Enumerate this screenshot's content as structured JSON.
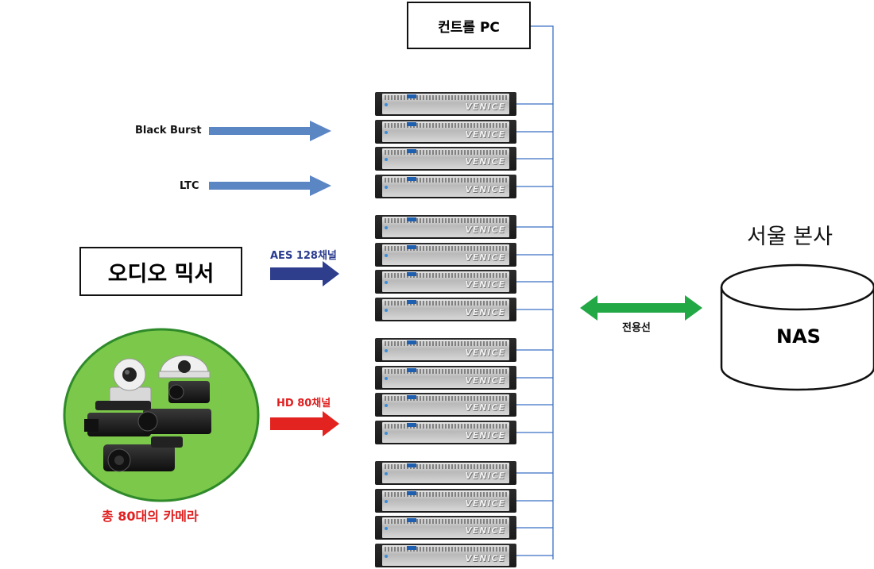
{
  "control_pc": {
    "label": "컨트롤 PC"
  },
  "inputs": {
    "black_burst": "Black Burst",
    "ltc": "LTC",
    "aes": "AES 128채널",
    "hd": "HD 80채널"
  },
  "audio_mixer": {
    "label": "오디오 믹서"
  },
  "cameras": {
    "label": "총 80대의 카메라"
  },
  "dedicated_line": {
    "label": "전용선"
  },
  "headquarters": {
    "title": "서울 본사",
    "storage": "NAS"
  },
  "servers": {
    "brand": "VENICE",
    "groups": [
      {
        "units": 4
      },
      {
        "units": 4
      },
      {
        "units": 4
      },
      {
        "units": 4
      }
    ]
  },
  "colors": {
    "arrow_blue": "#5b86c4",
    "arrow_navy": "#2e3d8c",
    "arrow_red": "#e3231f",
    "arrow_green": "#22a845",
    "camera_circle": "#7cc84a",
    "connector_line": "#3a6fc2"
  }
}
